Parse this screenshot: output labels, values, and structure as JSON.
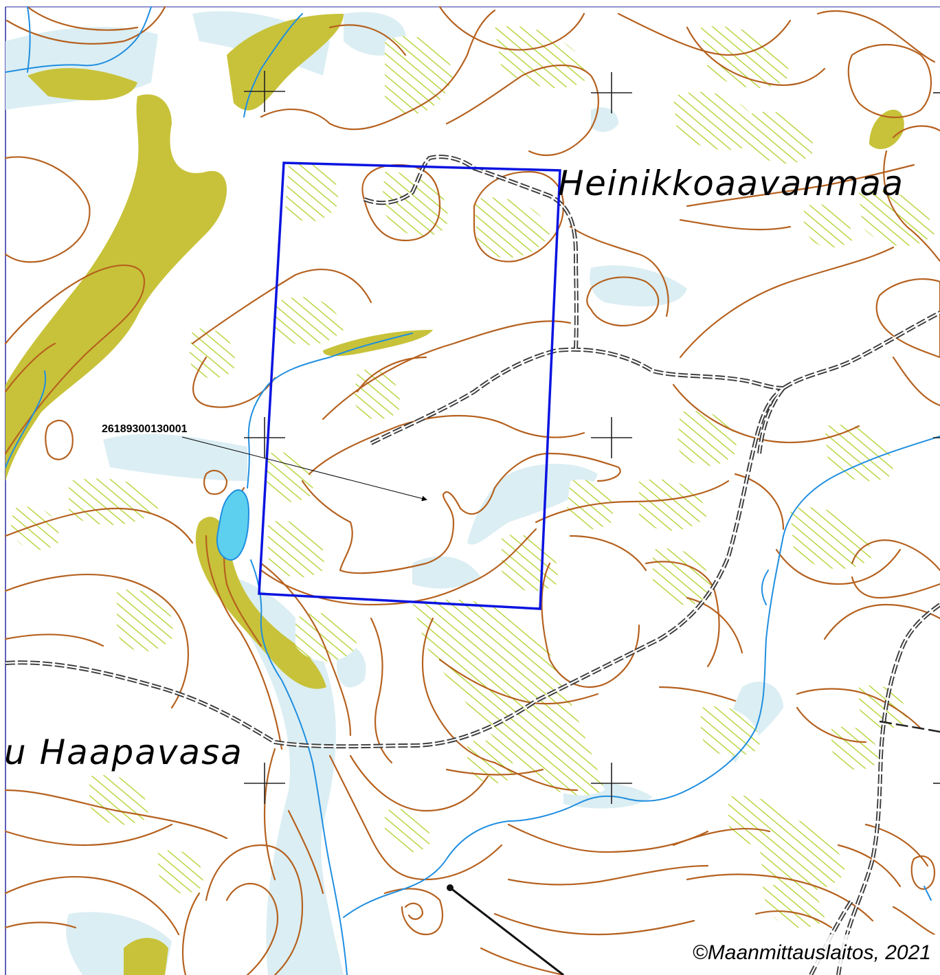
{
  "map": {
    "place_labels": [
      "Heinikkoaavanmaa",
      "u Haapavasa"
    ],
    "parcel_id": "26189300130001",
    "copyright": "©Maanmittauslaitos, 2021"
  },
  "colors": {
    "contour": "#b5611f",
    "water": "#dbeef3",
    "lake": "#5cd0ee",
    "stream": "#1f8ee0",
    "marsh": "#c8c23a",
    "hatch": "#b8d642",
    "parcel_outline": "#0a14e0",
    "road": "#3a3a3a"
  },
  "icons": [
    "grid-cross-icon",
    "arrow-head-icon"
  ]
}
